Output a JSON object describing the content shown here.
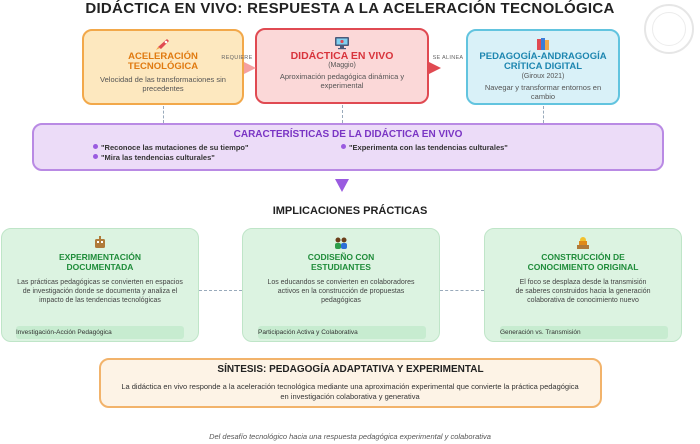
{
  "title": "DIDÁCTICA EN VIVO: RESPUESTA A LA ACELERACIÓN TECNOLÓGICA",
  "colors": {
    "orange": "#f2a84a",
    "red": "#e04a52",
    "blue": "#62c4df",
    "purple": "#b98ae4",
    "green": "#1f8c3a"
  },
  "top_boxes": {
    "aceleracion": {
      "icon": "rocket-icon",
      "title": "ACELERACIÓN TECNOLÓGICA",
      "body": "Velocidad de las transformaciones sin precedentes"
    },
    "didactica": {
      "icon": "monitor-icon",
      "title": "DIDÁCTICA EN VIVO",
      "sub": "(Maggio)",
      "body": "Aproximación pedagógica dinámica y experimental"
    },
    "pedagogia": {
      "icon": "books-icon",
      "title": "PEDAGOGÍA-ANDRAGOGÍA CRÍTICA DIGITAL",
      "sub": "(Giroux 2021)",
      "body": "Navegar y transformar entornos en cambio"
    }
  },
  "connectors": {
    "requiere": "REQUIERE",
    "se_alinea": "SE ALINEA"
  },
  "caracteristicas": {
    "title": "CARACTERÍSTICAS DE LA DIDÁCTICA EN VIVO",
    "items": [
      "\"Reconoce las mutaciones de su tiempo\"",
      "\"Mira las tendencias culturales\"",
      "\"Experimenta con las tendencias culturales\""
    ]
  },
  "implicaciones": {
    "title": "IMPLICACIONES PRÁCTICAS",
    "cards": [
      {
        "icon": "robot-icon",
        "title": "EXPERIMENTACIÓN DOCUMENTADA",
        "body": "Las prácticas pedagógicas se convierten en espacios de investigación donde se documenta y analiza el impacto de las tendencias tecnológicas",
        "tag": "Investigación-Acción Pedagógica"
      },
      {
        "icon": "collaboration-icon",
        "title": "CODISEÑO CON ESTUDIANTES",
        "body": "Los educandos se convierten en colaboradores activos en la construcción de propuestas pedagógicas",
        "tag": "Participación Activa y Colaborativa"
      },
      {
        "icon": "construction-icon",
        "title": "CONSTRUCCIÓN DE CONOCIMIENTO ORIGINAL",
        "body": "El foco se desplaza desde la transmisión de saberes construidos hacia la generación colaborativa de conocimiento nuevo",
        "tag": "Generación vs. Transmisión"
      }
    ]
  },
  "sintesis": {
    "title": "SÍNTESIS: PEDAGOGÍA ADAPTATIVA Y EXPERIMENTAL",
    "body": "La didáctica en vivo responde a la aceleración tecnológica mediante una aproximación experimental que convierte la práctica pedagógica en investigación colaborativa y generativa"
  },
  "caption": "Del desafío tecnológico hacia una respuesta pedagógica experimental y colaborativa"
}
